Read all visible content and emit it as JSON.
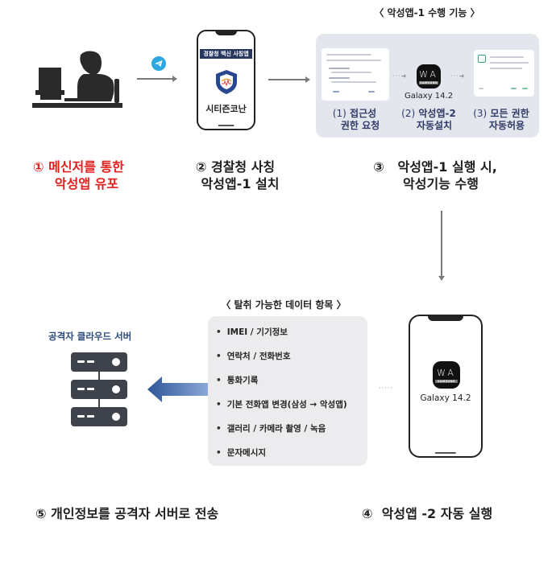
{
  "steps": {
    "step1": {
      "number": "①",
      "line1": "메신저를 통한",
      "line2": "악성앱 유포",
      "color": "#e0201c"
    },
    "step2": {
      "number": "②",
      "line1": "경찰청 사칭",
      "line2": "악성앱-1 설치"
    },
    "step3": {
      "number": "③",
      "line1": "악성앱-1 실행 시,",
      "line2": "악성기능 수행"
    },
    "step4": {
      "number": "④",
      "label": "악성앱 -2 자동 실행"
    },
    "step5": {
      "number": "⑤",
      "label": "개인정보를 공격자 서버로 전송"
    }
  },
  "fake_app_phone": {
    "banner": "경찰청 백신 사칭앱",
    "app_name": "시티즌코난",
    "banner_color": "#26365f",
    "shield_color": "#27478f"
  },
  "messenger_icon": {
    "name": "telegram-icon",
    "color": "#2ea6de"
  },
  "malware1_functions": {
    "title": "〈  악성앱-1 수행 기능  〉",
    "items": [
      {
        "number": "(1)",
        "line1": "접근성",
        "line2": "권한 요청"
      },
      {
        "number": "(2)",
        "line1": "악성앱-2",
        "line2": "자동설치"
      },
      {
        "number": "(3)",
        "line1": "모든 권한",
        "line2": "자동허용"
      }
    ],
    "app_icon_text": "WA",
    "app_icon_brand": "SAMSUNG",
    "app_label": "Galaxy 14.2"
  },
  "malware2_phone": {
    "app_icon_text": "WA",
    "app_icon_brand": "SAMSUNG",
    "app_label": "Galaxy 14.2"
  },
  "stealable_data": {
    "title": "〈  탈취 가능한 데이터 항목  〉",
    "items": [
      "IMEI / 기기정보",
      "연락처 / 전화번호",
      "통화기록",
      "기본 전화앱 변경(삼성 → 악성앱)",
      "갤러리 / 카메라 촬영 / 녹음",
      "문자메시지"
    ]
  },
  "server": {
    "label": "공격자 클라우드 서버",
    "label_color": "#2b4a7e",
    "color": "#3e434b"
  },
  "transfer_arrow": {
    "color": "#3f66a8"
  }
}
